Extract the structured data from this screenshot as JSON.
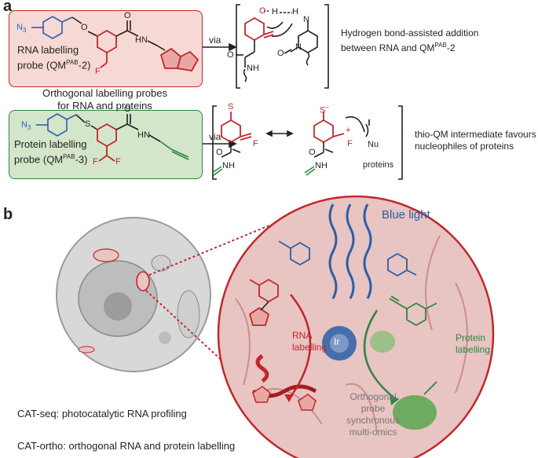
{
  "panel_a": {
    "letter": "a",
    "probe_rna_label_line1": "RNA labelling",
    "probe_rna_label_line2": "probe (QM",
    "probe_rna_label_sup": "PAB",
    "probe_rna_label_end": "-2)",
    "probe_protein_label_line1": "Protein labelling",
    "probe_protein_label_line2": "probe (QM",
    "probe_protein_label_sup": "PAB",
    "probe_protein_label_end": "-3)",
    "middle_caption_line1": "Orthogonal labelling probes",
    "middle_caption_line2": "for RNA and proteins",
    "via_1": "via",
    "via_2": "via",
    "rna_note_line1": "Hydrogen bond-assisted addition",
    "rna_note_line2_start": "between RNA and QM",
    "rna_note_sup": "PAB",
    "rna_note_line2_end": "-2",
    "protein_note_line1": "thio-QM intermediate favours",
    "protein_note_line2": "nucleophiles of proteins",
    "atoms": {
      "n3": "N",
      "n3_sub": "3",
      "o": "O",
      "s": "S",
      "f": "F",
      "h": "H",
      "n": "N",
      "hn": "HN",
      "nh": "NH",
      "nu": "Nu",
      "proteins": "proteins",
      "s_minus": "S",
      "minus": "−",
      "plus": "+"
    }
  },
  "panel_b": {
    "letter": "b",
    "blue_light": "Blue light",
    "ir": "Ir",
    "rna_labelling_line1": "RNA",
    "rna_labelling_line2": "labelling",
    "protein_labelling_line1": "Protein",
    "protein_labelling_line2": "labelling",
    "orthogonal_line1": "Orthogonal",
    "orthogonal_line2": "probe",
    "orthogonal_line3": "synchronous",
    "orthogonal_line4": "multi-omics",
    "cat_seq": "CAT-seq: photocatalytic RNA profiling",
    "cat_ortho": "CAT-ortho: orthogonal RNA and protein labelling"
  },
  "colors": {
    "rna_red": "#c1272d",
    "rna_box_fill": "#f6d9d4",
    "protein_green": "#2e8540",
    "protein_box_fill": "#d3e6c9",
    "azide_blue": "#2a5fa8",
    "mito_fill": "#e8c4c2",
    "cell_gray": "#c8c8c8"
  }
}
